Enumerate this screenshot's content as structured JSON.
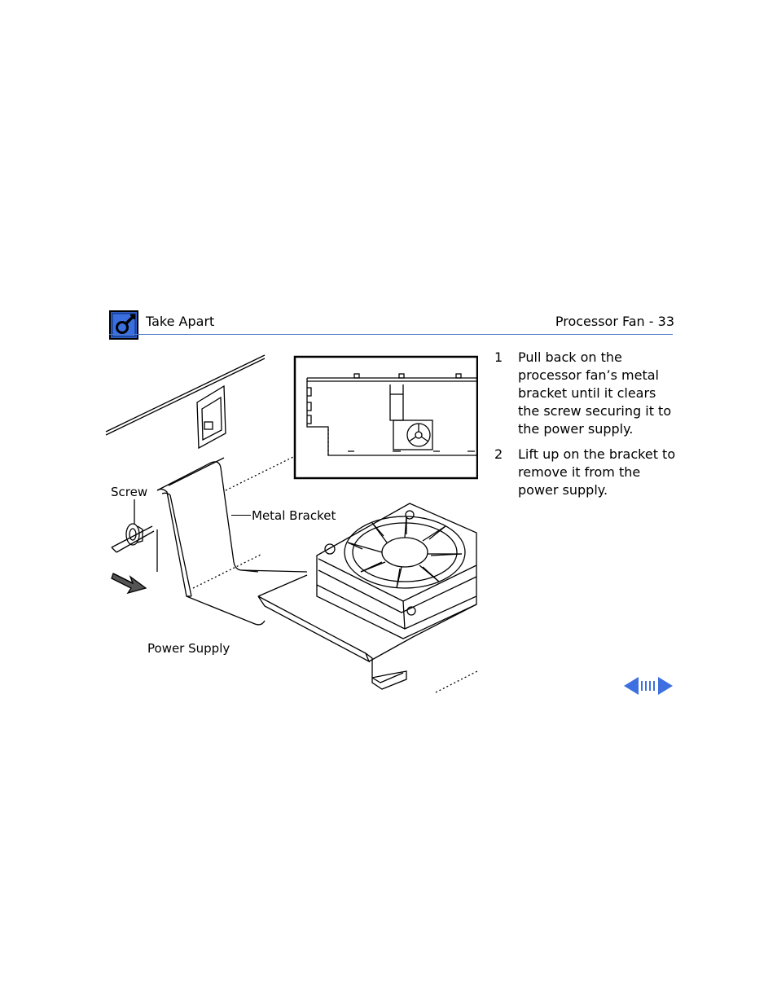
{
  "header": {
    "section": "Take Apart",
    "page_title": "Processor Fan - 33",
    "icon": "take-apart-wrench-icon",
    "accent_color": "#4a78c8"
  },
  "figure": {
    "labels": {
      "screw": "Screw",
      "metal_bracket": "Metal Bracket",
      "power_supply": "Power Supply"
    }
  },
  "steps": [
    {
      "number": "1",
      "text": "Pull back on the processor fan’s metal bracket until it clears the screw securing it to the power supply."
    },
    {
      "number": "2",
      "text": "Lift up on the bracket to remove it from the power supply."
    }
  ],
  "navigation": {
    "prev_icon": "left-arrow-icon",
    "index_icon": "page-index-icon",
    "next_icon": "right-arrow-icon",
    "color": "#3d6fe0"
  }
}
